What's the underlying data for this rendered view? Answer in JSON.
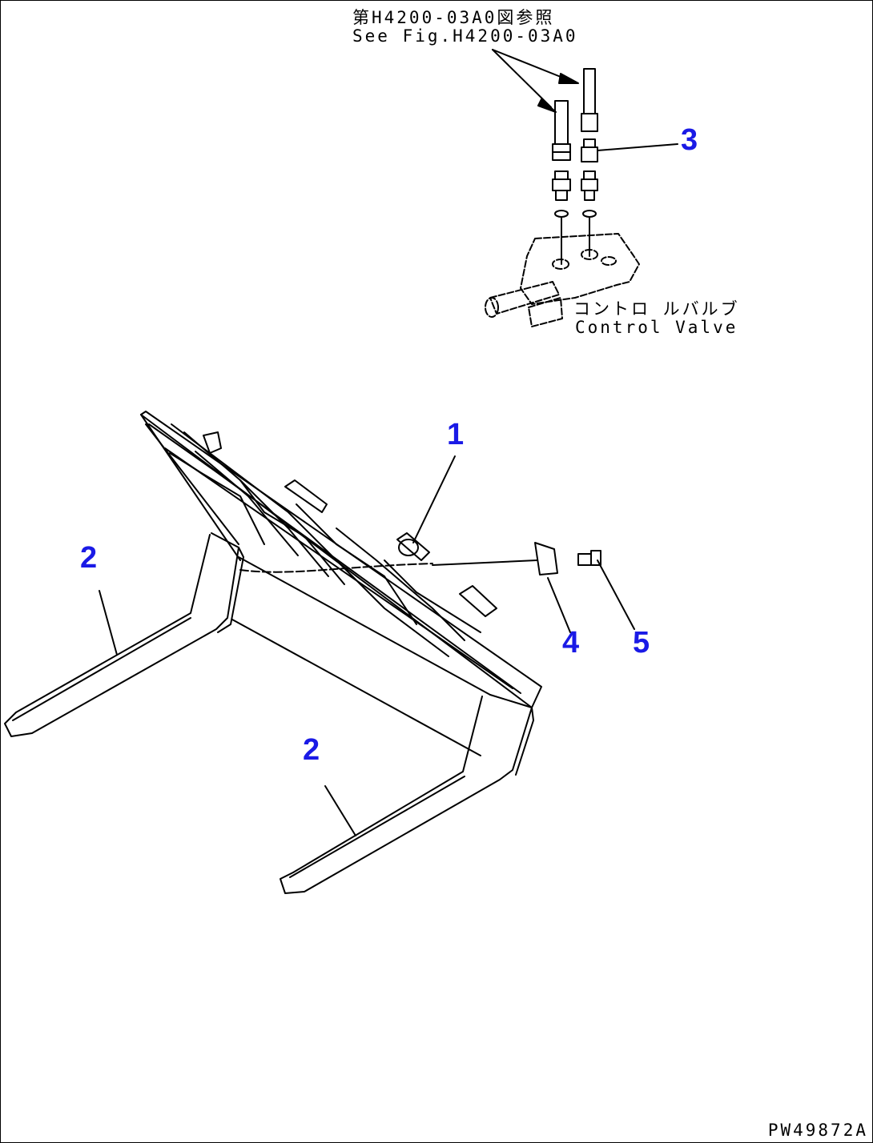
{
  "reference": {
    "jp": "第H4200-03A0図参照",
    "en": "See Fig.H4200-03A0"
  },
  "valve_label": {
    "jp": "コントロ ルバルブ",
    "en": "Control Valve"
  },
  "callouts": [
    "1",
    "2",
    "2",
    "3",
    "4",
    "5"
  ],
  "drawing_id": "PW49872A",
  "colors": {
    "callout": "#1a1ae6",
    "line": "#000000",
    "background": "#ffffff"
  }
}
